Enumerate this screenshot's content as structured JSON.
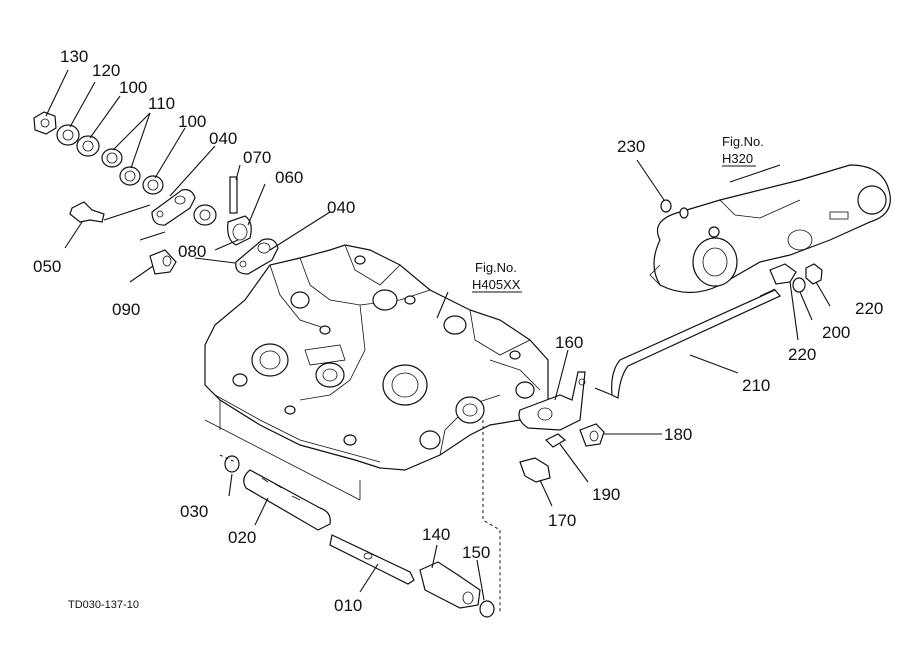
{
  "diagram": {
    "drawing_code": "TD030-137-10",
    "fig_refs": [
      {
        "label": "Fig.No.",
        "value": "H405XX"
      },
      {
        "label": "Fig.No.",
        "value": "H320"
      }
    ],
    "part_labels": [
      "130",
      "120",
      "100",
      "110",
      "100",
      "040",
      "070",
      "060",
      "040",
      "050",
      "080",
      "090",
      "230",
      "160",
      "210",
      "180",
      "190",
      "170",
      "220",
      "200",
      "220",
      "030",
      "020",
      "140",
      "150",
      "010"
    ]
  }
}
